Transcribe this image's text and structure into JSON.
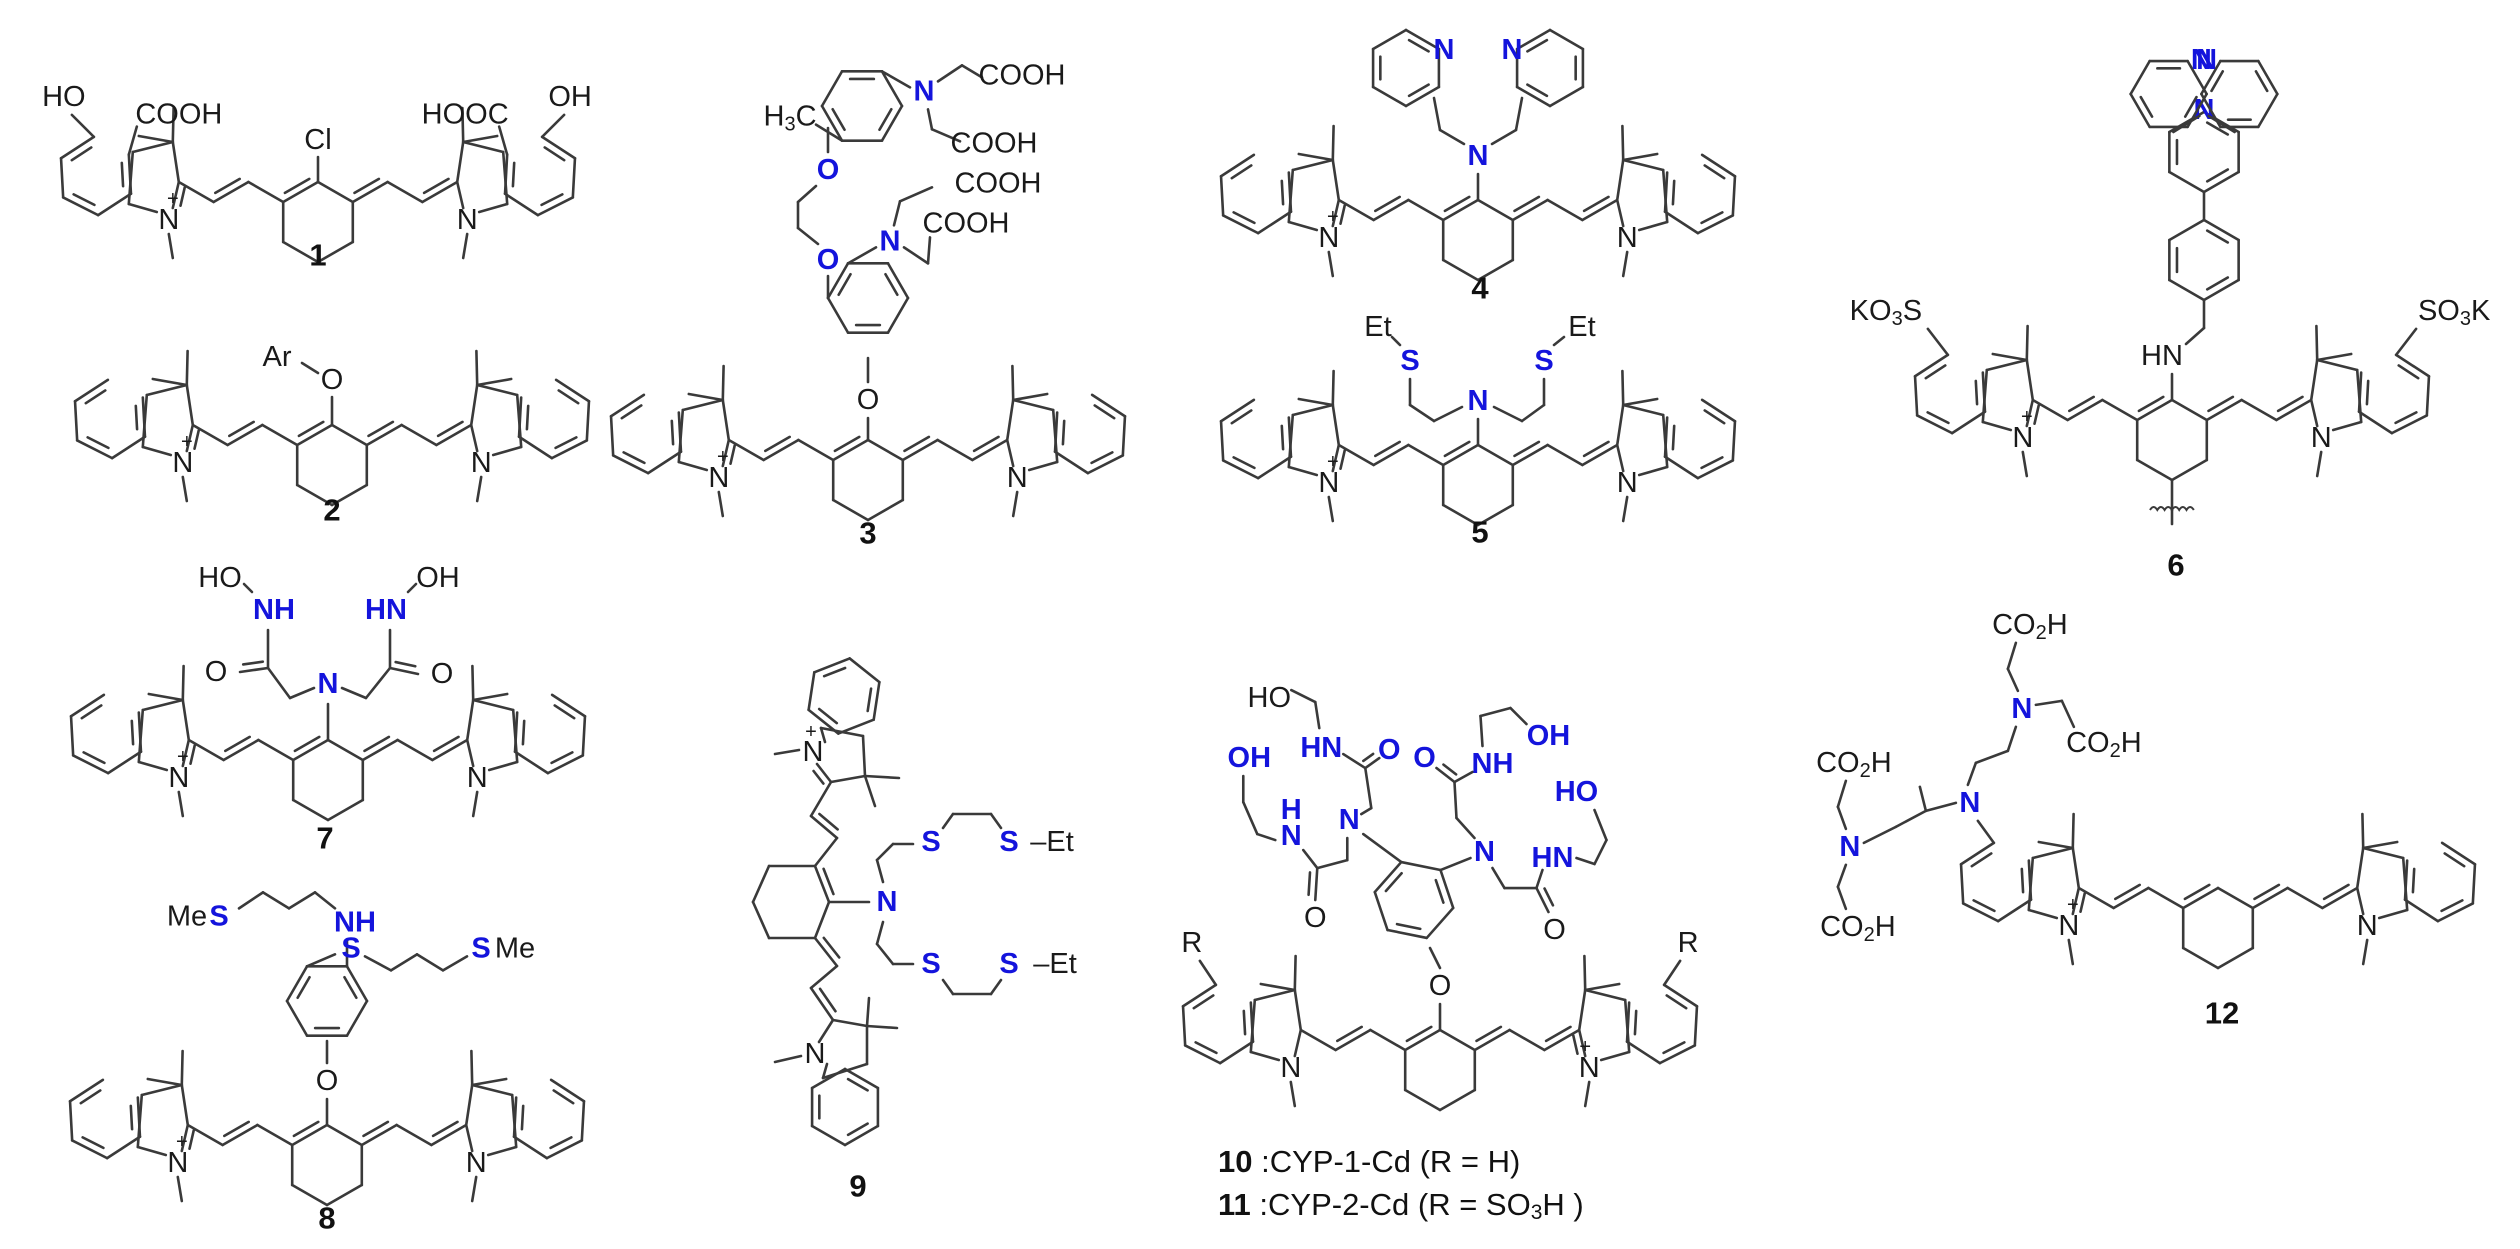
{
  "figure": {
    "title": "Heptamethine cyanine (Cy7) based metal ion probes",
    "colors": {
      "bond": "#3a3a3a",
      "text": "#1a1a1a",
      "heteroatom": "#1414dc",
      "background": "#ffffff"
    },
    "compounds": [
      {
        "id": "1",
        "label": "1",
        "meso": "Cl",
        "substituents": [
          "HO",
          "COOH",
          "HOOC",
          "OH",
          "Cl",
          "N+",
          "N"
        ]
      },
      {
        "id": "2",
        "label": "2",
        "meso": "O-Ar",
        "substituents": [
          "Ar",
          "O",
          "N+",
          "N"
        ]
      },
      {
        "id": "3",
        "label": "3",
        "meso": "O-aryl BAPTA",
        "substituents": [
          "H3C",
          "N",
          "COOH",
          "COOH",
          "O",
          "O",
          "COOH",
          "N",
          "COOH",
          "O",
          "N+",
          "N"
        ]
      },
      {
        "id": "4",
        "label": "4",
        "meso": "N(CH2-2-pyridyl)2",
        "substituents": [
          "N",
          "N",
          "N",
          "N+",
          "N"
        ]
      },
      {
        "id": "5",
        "label": "5",
        "meso": "N(CH2CH2SEt)2",
        "substituents": [
          "Et",
          "S",
          "Et",
          "S",
          "N",
          "N+",
          "N"
        ]
      },
      {
        "id": "6",
        "label": "6",
        "meso": "NH-CH2-phenyl-terpyridine",
        "substituents": [
          "N",
          "N",
          "N",
          "HN",
          "KO3S",
          "SO3K",
          "N+",
          "N"
        ]
      },
      {
        "id": "7",
        "label": "7",
        "meso": "N(CH2CONHOH)2",
        "substituents": [
          "HO",
          "NH",
          "HN",
          "OH",
          "O",
          "N",
          "O",
          "N+",
          "N"
        ]
      },
      {
        "id": "8",
        "label": "8",
        "meso": "O-aryl thioether",
        "substituents": [
          "MeS",
          "NH",
          "S",
          "SMe",
          "O",
          "N+",
          "N"
        ]
      },
      {
        "id": "9",
        "label": "9",
        "meso": "N(CH2CH2SCH2CH2SEt)2",
        "substituents": [
          "N+",
          "S",
          "S-Et",
          "N",
          "S",
          "S-Et",
          "N"
        ]
      },
      {
        "id": "10",
        "label": "10",
        "name": "CYP-1-Cd",
        "r_value": "R = H"
      },
      {
        "id": "11",
        "label": "11",
        "name": "CYP-2-Cd",
        "r_value": "R = SO3H"
      },
      {
        "id": "12",
        "label": "12",
        "meso": "H",
        "substituents": [
          "CO2H",
          "N",
          "CO2H",
          "CO2H",
          "N",
          "CO2H",
          "N+",
          "N"
        ]
      }
    ],
    "captions": {
      "c10_num": "10",
      "c10_text": " :CYP-1-Cd (R = H)",
      "c11_num": "11",
      "c11_text_a": " :CYP-2-Cd (R = SO",
      "c11_sub": "3",
      "c11_text_b": "H )"
    },
    "atoms": {
      "HO": "HO",
      "OH": "OH",
      "COOH": "COOH",
      "HOOC": "HOOC",
      "Cl": "Cl",
      "N": "N",
      "Nplus": "N",
      "plus": "+",
      "O": "O",
      "Ar": "Ar",
      "H3C": "H",
      "C": "C",
      "sub3": "3",
      "sub2": "2",
      "Et": "Et",
      "S": "S",
      "HN": "HN",
      "NH": "NH",
      "H": "H",
      "KO": "KO",
      "SO": "SO",
      "K": "K",
      "Me": "Me",
      "MeS_me": "Me",
      "SEt_dash": "–Et",
      "R": "R",
      "CO": "CO"
    }
  }
}
